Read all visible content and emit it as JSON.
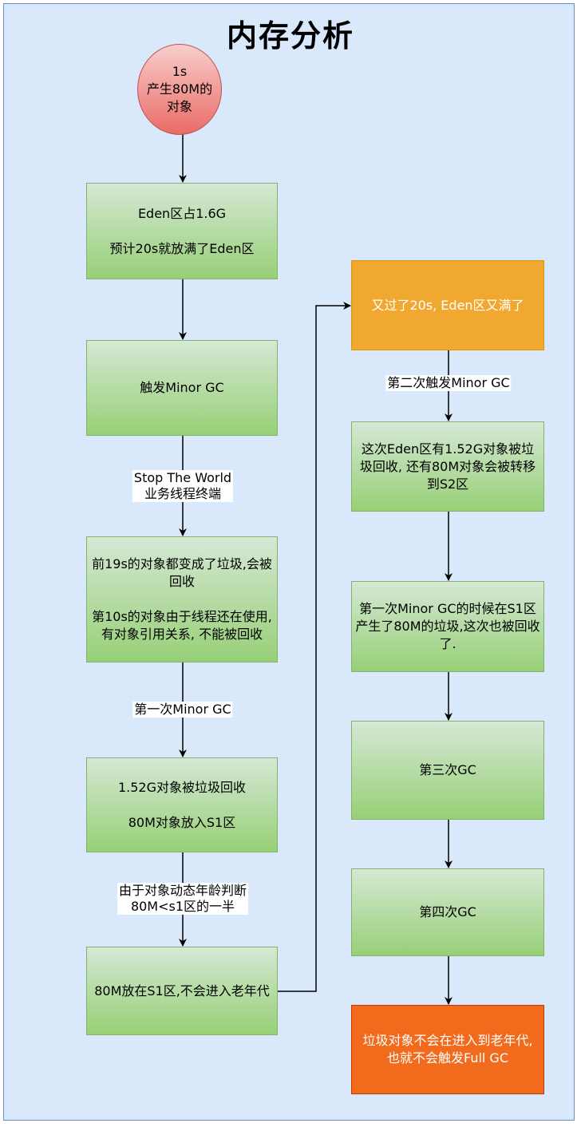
{
  "title": "内存分析",
  "nodes": {
    "start": "1s\n产生80M的\n对象",
    "eden": "Eden区占1.6G\n\n预计20s就放满了Eden区",
    "trigger": "触发Minor GC",
    "garbage": "前19s的对象都变成了垃圾,会被回收\n\n第10s的对象由于线程还在使用,有对象引用关系, 不能被回收",
    "collect1": "1.52G对象被垃圾回收\n\n80M对象放入S1区",
    "s1": "80M放在S1区,不会进入老年代",
    "again": "又过了20s, Eden区又满了",
    "collect2": "这次Eden区有1.52G对象被垃圾回收, 还有80M对象会被转移到S2区",
    "s1garbage": "第一次Minor GC的时候在S1区产生了80M的垃圾,这次也被回收了.",
    "third": "第三次GC",
    "fourth": "第四次GC",
    "final": "垃圾对象不会在进入到老年代, 也就不会触发Full GC"
  },
  "edge_labels": {
    "stw": "Stop The World\n业务线程终端",
    "first_gc": "第一次Minor GC",
    "dynamic_age": "由于对象动态年龄判断\n80M<s1区的一半",
    "second_gc": "第二次触发Minor GC"
  }
}
